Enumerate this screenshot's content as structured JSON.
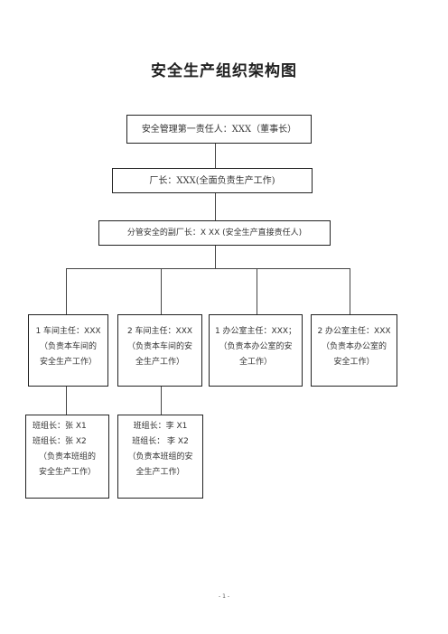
{
  "title": "安全生产组织架构图",
  "level1": "安全管理第一责任人：XXX（董事长）",
  "level2": "厂长：XXX(全面负责生产工作)",
  "level3": "分管安全的副厂长：X XX (安全生产直接责任人)",
  "departments": [
    {
      "lines": [
        "1 车间主任：XXX",
        "（负责本车间的",
        "安全生产工作）"
      ]
    },
    {
      "lines": [
        "2 车间主任：XXX",
        "（负责本车间的安",
        "全生产工作）"
      ]
    },
    {
      "lines": [
        "1 办公室主任：XXX；",
        "（负责本办公室的安",
        "全工作）"
      ]
    },
    {
      "lines": [
        "2 办公室主任：XXX",
        "（负责本办公室的",
        "安全工作）"
      ]
    }
  ],
  "teams": [
    {
      "lines": [
        "班组长：张 X1",
        "班组长：张 X2",
        "（负责本班组的",
        "安全生产工作）"
      ]
    },
    {
      "lines": [
        "班组长：李 X1",
        "班组长：  李 X2",
        "（负责本班组的安",
        "全生产工作）"
      ]
    }
  ],
  "footer": "- 1 -"
}
